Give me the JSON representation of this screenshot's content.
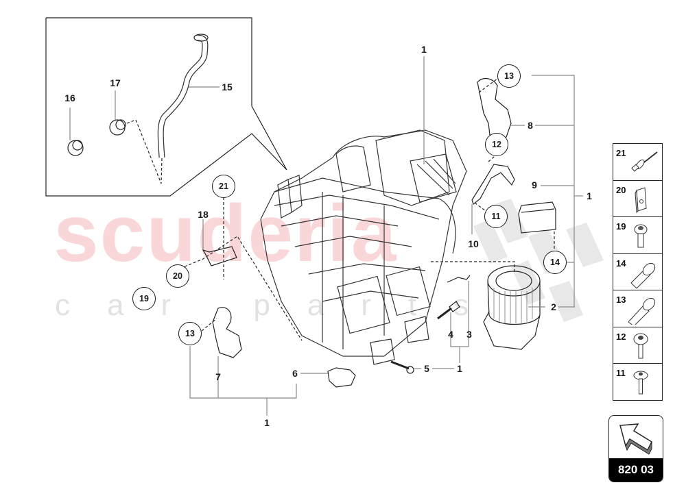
{
  "diagram": {
    "type": "exploded-parts-view",
    "subject": "Heating / air-conditioning unit assembly",
    "watermark": {
      "main": "scuderia",
      "sub": "car parts",
      "main_color": "#f7c9cc",
      "sub_color": "#e2e2e2"
    },
    "callouts": {
      "c1_top": "1",
      "c1_right": "1",
      "c1_bottom": "1",
      "c1_lower_right": "1",
      "c1_mid_right": "1",
      "c2": "2",
      "c3": "3",
      "c4": "4",
      "c5": "5",
      "c6": "6",
      "c7": "7",
      "c8": "8",
      "c9": "9",
      "c10": "10",
      "c15": "15",
      "c16": "16",
      "c17": "17",
      "c18": "18"
    },
    "circled": {
      "c11": "11",
      "c12": "12",
      "c13_top": "13",
      "c13_left": "13",
      "c14": "14",
      "c19": "19",
      "c20": "20",
      "c21": "21"
    },
    "detail_inset": {
      "parts": [
        "15",
        "16",
        "17"
      ]
    }
  },
  "legend": {
    "items": [
      {
        "number": "21",
        "part": "rivet"
      },
      {
        "number": "20",
        "part": "clip-nut"
      },
      {
        "number": "19",
        "part": "screw-washer-head"
      },
      {
        "number": "14",
        "part": "hex-bolt"
      },
      {
        "number": "13",
        "part": "hex-bolt"
      },
      {
        "number": "12",
        "part": "torx-screw-flange"
      },
      {
        "number": "11",
        "part": "torx-screw-flange"
      }
    ]
  },
  "page_badge": {
    "code": "820 03",
    "icon": "arrow-up-left-icon"
  }
}
